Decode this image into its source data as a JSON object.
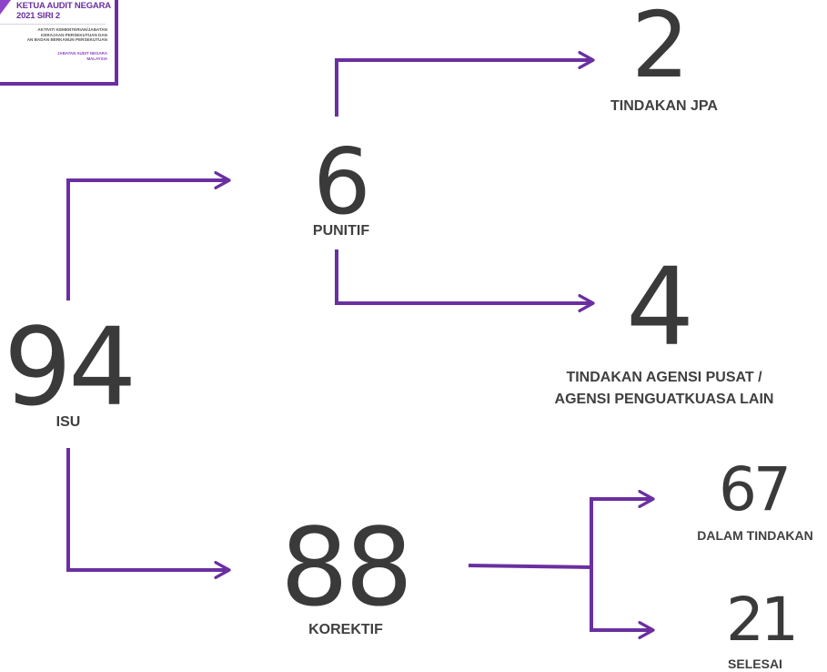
{
  "cover": {
    "title_line1": "KETUA AUDIT NEGARA",
    "title_line2": "2021 SIRI 2",
    "subtitle": "AKTIVITI KEMENTERIAN/JABATAN\nKERAJAAN PERSEKUTUAN DAN\nAN BADAN BERKANUN PERSEKUTUAN",
    "org": "JABATAN AUDIT NEGARA\nMALAYSIA"
  },
  "colors": {
    "accent": "#6a2fa0",
    "text": "#3a3a3a"
  },
  "root": {
    "value": "94",
    "label": "ISU"
  },
  "punitif": {
    "value": "6",
    "label": "PUNITIF"
  },
  "jpa": {
    "value": "2",
    "label": "TINDAKAN JPA"
  },
  "agensi": {
    "value": "4",
    "label_line1": "TINDAKAN AGENSI PUSAT /",
    "label_line2": "AGENSI PENGUATKUASA LAIN"
  },
  "korektif": {
    "value": "88",
    "label": "KOREKTIF"
  },
  "dalam": {
    "value": "67",
    "label": "DALAM TINDAKAN"
  },
  "selesai": {
    "value": "21",
    "label": "SELESAI"
  }
}
